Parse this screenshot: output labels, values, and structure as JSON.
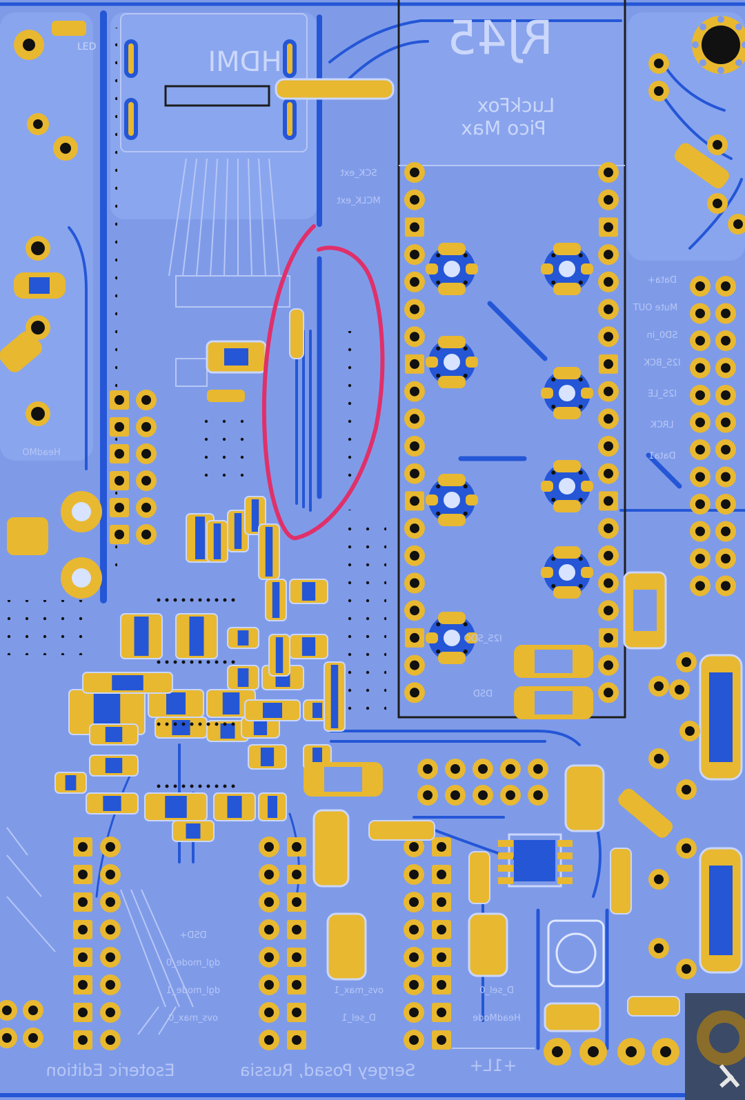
{
  "colors": {
    "board": "#7f9be8",
    "copper_trace": "#2456d6",
    "fill_zone": "#8aa6ee",
    "silk": "#cbd7fb",
    "pad_gold": "#e8b830",
    "hole": "#1a1a1a",
    "outline": "#1c1c1c",
    "annotation": "#e0306a"
  },
  "silkscreen": {
    "rj45": "RJ45",
    "module_brand": "LuckFox",
    "module_model": "Pico Max",
    "hdmi": "HDMI",
    "led": "LED",
    "footer_left": "Esoteric Edition",
    "footer_right": "Sergey Posad, Russia",
    "power_plus": "+1L+",
    "labels": [
      "I2S_BCK",
      "SCK_ext",
      "MCLK_ext",
      "SD0_in",
      "I2S_LE",
      "LRCK",
      "Data1",
      "Data+",
      "DSD",
      "I2S_SDO",
      "DSD+",
      "dgl_mode_0",
      "dgl_mode_1",
      "ovs_max_0",
      "ovs_max_1",
      "D_sel_1",
      "D_sel_0",
      "HeadMode",
      "HeadMO",
      "Mute OUT"
    ]
  },
  "annotation": {
    "shape": "hand-drawn ellipse",
    "target": "trace corridor between HDMI section and LuckFox module"
  }
}
